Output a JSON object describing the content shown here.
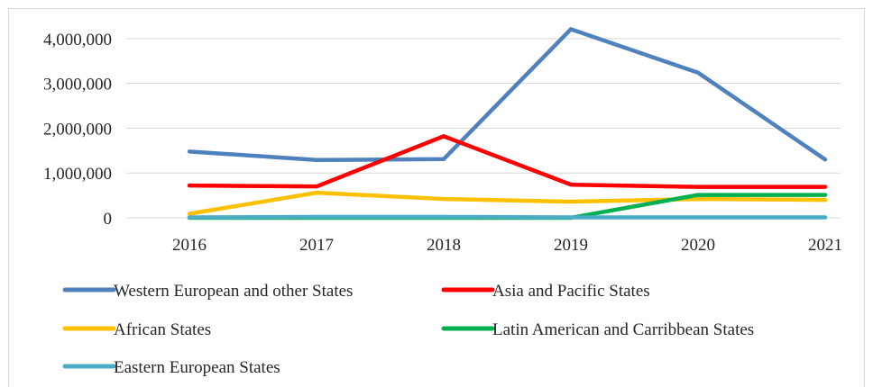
{
  "chart_data": {
    "type": "line",
    "title": "",
    "xlabel": "",
    "ylabel": "",
    "x": [
      "2016",
      "2017",
      "2018",
      "2019",
      "2020",
      "2021"
    ],
    "ylim": [
      0,
      4500000
    ],
    "yticks": [
      0,
      1000000,
      2000000,
      3000000,
      4000000
    ],
    "ytick_labels": [
      "0",
      "1,000,000",
      "2,000,000",
      "3,000,000",
      "4,000,000"
    ],
    "grid": "horizontal",
    "legend_position": "bottom",
    "series": [
      {
        "name": "Western European and other States",
        "color": "#4f81bd",
        "values": [
          1480000,
          1290000,
          1310000,
          4210000,
          3240000,
          1300000
        ]
      },
      {
        "name": "Asia and Pacific States",
        "color": "#ff0000",
        "values": [
          720000,
          700000,
          1820000,
          740000,
          690000,
          690000
        ]
      },
      {
        "name": "African States",
        "color": "#ffc000",
        "values": [
          90000,
          560000,
          420000,
          360000,
          420000,
          400000
        ]
      },
      {
        "name": "Latin American and Carribbean States",
        "color": "#00b050",
        "values": [
          0,
          0,
          0,
          0,
          510000,
          510000
        ]
      },
      {
        "name": "Eastern European States",
        "color": "#4bacc6",
        "values": [
          10000,
          20000,
          20000,
          10000,
          10000,
          10000
        ]
      }
    ]
  }
}
